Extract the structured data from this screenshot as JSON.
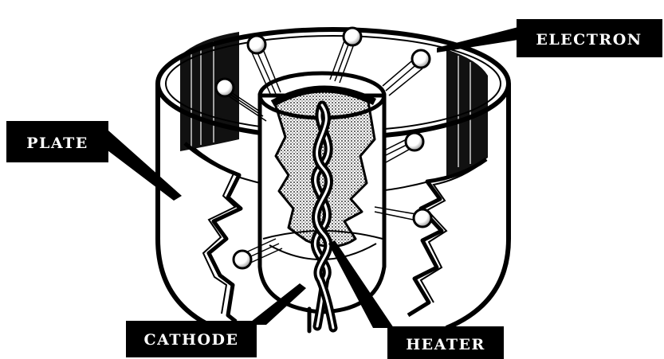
{
  "labels": {
    "electron": "ELECTRON",
    "plate": "PLATE",
    "cathode": "CATHODE",
    "heater": "HEATER"
  },
  "colors": {
    "ink": "#000000",
    "paper": "#ffffff",
    "stipple": "#bdbdbd"
  }
}
